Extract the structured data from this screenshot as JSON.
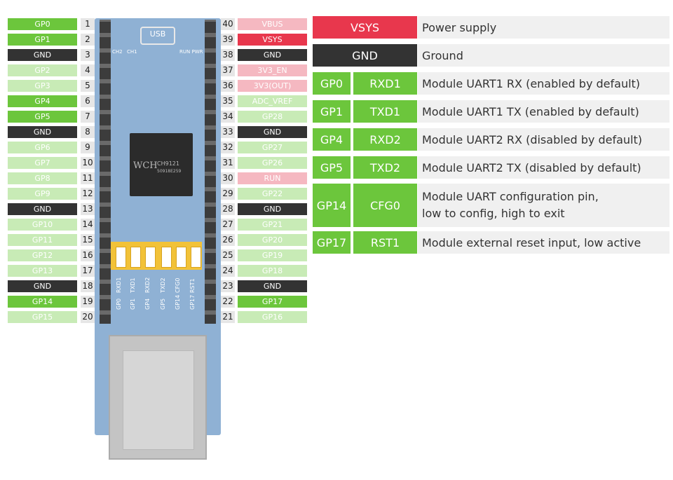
{
  "header_rows": [
    {
      "num_left": "1",
      "label_left": "GP0",
      "style_left": "strong",
      "num_right": "40",
      "label_right": "VBUS",
      "style_right": "pink"
    },
    {
      "num_left": "2",
      "label_left": "GP1",
      "style_left": "strong",
      "num_right": "39",
      "label_right": "VSYS",
      "style_right": "red"
    },
    {
      "num_left": "3",
      "label_left": "GND",
      "style_left": "gnd",
      "num_right": "38",
      "label_right": "GND",
      "style_right": "gnd"
    },
    {
      "num_left": "4",
      "label_left": "GP2",
      "style_left": "light",
      "num_right": "37",
      "label_right": "3V3_EN",
      "style_right": "pink"
    },
    {
      "num_left": "5",
      "label_left": "GP3",
      "style_left": "light",
      "num_right": "36",
      "label_right": "3V3(OUT)",
      "style_right": "pink"
    },
    {
      "num_left": "6",
      "label_left": "GP4",
      "style_left": "strong",
      "num_right": "35",
      "label_right": "ADC_VREF",
      "style_right": "light"
    },
    {
      "num_left": "7",
      "label_left": "GP5",
      "style_left": "strong",
      "num_right": "34",
      "label_right": "GP28",
      "style_right": "light"
    },
    {
      "num_left": "8",
      "label_left": "GND",
      "style_left": "gnd",
      "num_right": "33",
      "label_right": "GND",
      "style_right": "gnd"
    },
    {
      "num_left": "9",
      "label_left": "GP6",
      "style_left": "light",
      "num_right": "32",
      "label_right": "GP27",
      "style_right": "light"
    },
    {
      "num_left": "10",
      "label_left": "GP7",
      "style_left": "light",
      "num_right": "31",
      "label_right": "GP26",
      "style_right": "light"
    },
    {
      "num_left": "11",
      "label_left": "GP8",
      "style_left": "light",
      "num_right": "30",
      "label_right": "RUN",
      "style_right": "pink"
    },
    {
      "num_left": "12",
      "label_left": "GP9",
      "style_left": "light",
      "num_right": "29",
      "label_right": "GP22",
      "style_right": "light"
    },
    {
      "num_left": "13",
      "label_left": "GND",
      "style_left": "gnd",
      "num_right": "28",
      "label_right": "GND",
      "style_right": "gnd"
    },
    {
      "num_left": "14",
      "label_left": "GP10",
      "style_left": "light",
      "num_right": "27",
      "label_right": "GP21",
      "style_right": "light"
    },
    {
      "num_left": "15",
      "label_left": "GP11",
      "style_left": "light",
      "num_right": "26",
      "label_right": "GP20",
      "style_right": "light"
    },
    {
      "num_left": "16",
      "label_left": "GP12",
      "style_left": "light",
      "num_right": "25",
      "label_right": "GP19",
      "style_right": "light"
    },
    {
      "num_left": "17",
      "label_left": "GP13",
      "style_left": "light",
      "num_right": "24",
      "label_right": "GP18",
      "style_right": "light"
    },
    {
      "num_left": "18",
      "label_left": "GND",
      "style_left": "gnd",
      "num_right": "23",
      "label_right": "GND",
      "style_right": "gnd"
    },
    {
      "num_left": "19",
      "label_left": "GP14",
      "style_left": "strong",
      "num_right": "22",
      "label_right": "GP17",
      "style_right": "strong"
    },
    {
      "num_left": "20",
      "label_left": "GP15",
      "style_left": "light",
      "num_right": "21",
      "label_right": "GP16",
      "style_right": "light"
    }
  ],
  "board": {
    "usb_label": "USB",
    "led_labels": [
      "CH2",
      "CH1"
    ],
    "run_pwr_label": "RUN PWR",
    "chip_logo": "WCH",
    "chip_model": "CH9121",
    "chip_code": "50918E259",
    "switch_labels": [
      "RXD1",
      "TXD1",
      "RXD2",
      "TXD2",
      "CFG0",
      "RST1"
    ],
    "pin_labels": [
      "GP0",
      "GP1",
      "GP4",
      "GP5",
      "GP14",
      "GP17"
    ]
  },
  "table": {
    "rows": [
      {
        "gpio": "VSYS",
        "func": "",
        "desc": "Power supply",
        "style": "red",
        "span": true
      },
      {
        "gpio": "GND",
        "func": "",
        "desc": "Ground",
        "style": "gnd",
        "span": true
      },
      {
        "gpio": "GP0",
        "func": "RXD1",
        "desc": "Module UART1 RX (enabled by default)",
        "style": "strong",
        "span": false
      },
      {
        "gpio": "GP1",
        "func": "TXD1",
        "desc": "Module UART1 TX (enabled by default)",
        "style": "strong",
        "span": false
      },
      {
        "gpio": "GP4",
        "func": "RXD2",
        "desc": "Module UART2 RX (disabled by default)",
        "style": "strong",
        "span": false
      },
      {
        "gpio": "GP5",
        "func": "TXD2",
        "desc": "Module UART2 TX (disabled by default)",
        "style": "strong",
        "span": false
      },
      {
        "gpio": "GP14",
        "func": "CFG0",
        "desc_lines": [
          "Module UART configuration pin,",
          "low to config, high to exit"
        ],
        "style": "strong",
        "span": false,
        "tall": true
      },
      {
        "gpio": "GP17",
        "func": "RST1",
        "desc": "Module external reset input, low active",
        "style": "strong",
        "span": false
      }
    ]
  },
  "colors": {
    "strong_green": "#6cc63c",
    "light_green": "#c8ebb6",
    "ground": "#333333",
    "red": "#e8374d",
    "pink": "#f5b8c1",
    "board_blue": "#8fb1d4"
  }
}
